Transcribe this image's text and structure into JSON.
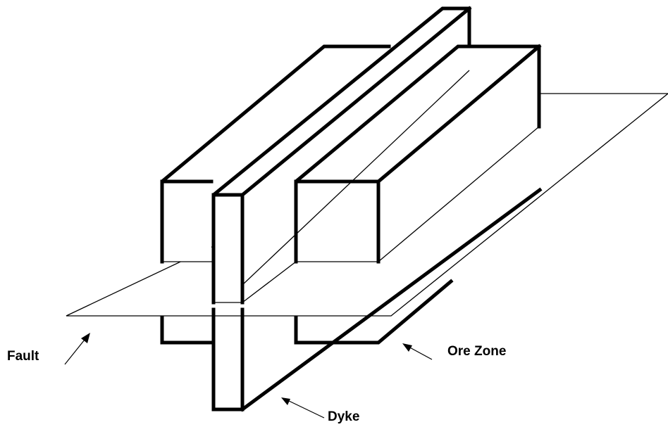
{
  "labels": {
    "fault": "Fault",
    "ore_zone": "Ore Zone",
    "dyke": "Dyke"
  },
  "colors": {
    "stroke": "#000000",
    "background": "#ffffff"
  }
}
